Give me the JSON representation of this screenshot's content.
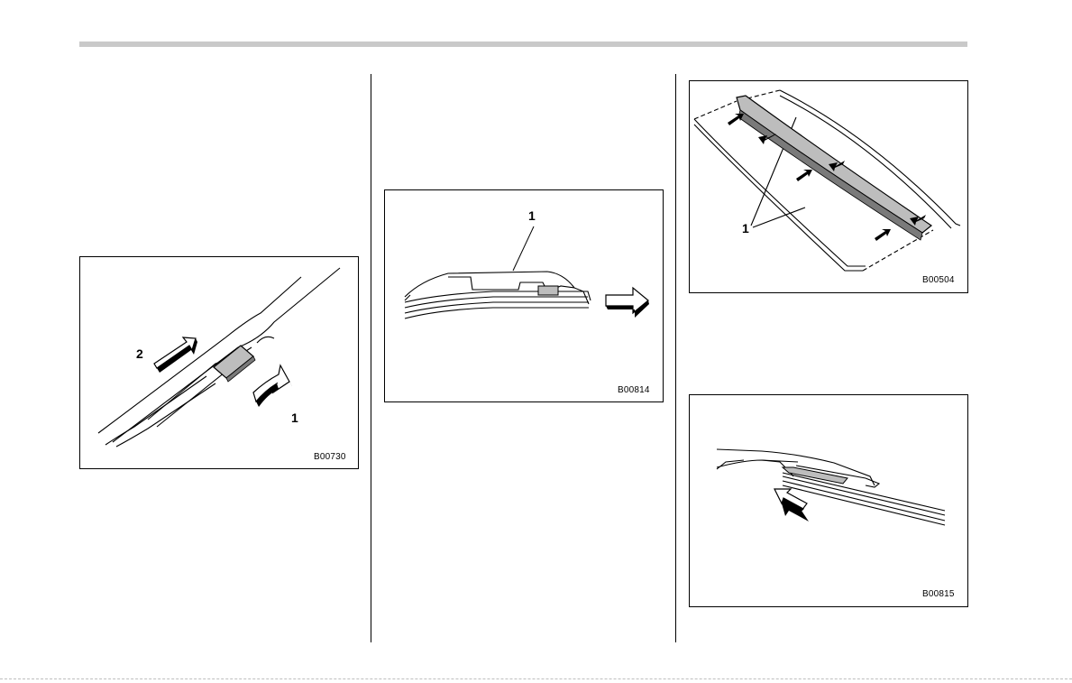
{
  "figures": [
    {
      "code": "B00730",
      "callouts": [
        "2",
        "1"
      ]
    },
    {
      "code": "B00814",
      "callouts": [
        "1"
      ]
    },
    {
      "code": "B00504",
      "callouts": [
        "1"
      ]
    },
    {
      "code": "B00815",
      "callouts": []
    }
  ]
}
